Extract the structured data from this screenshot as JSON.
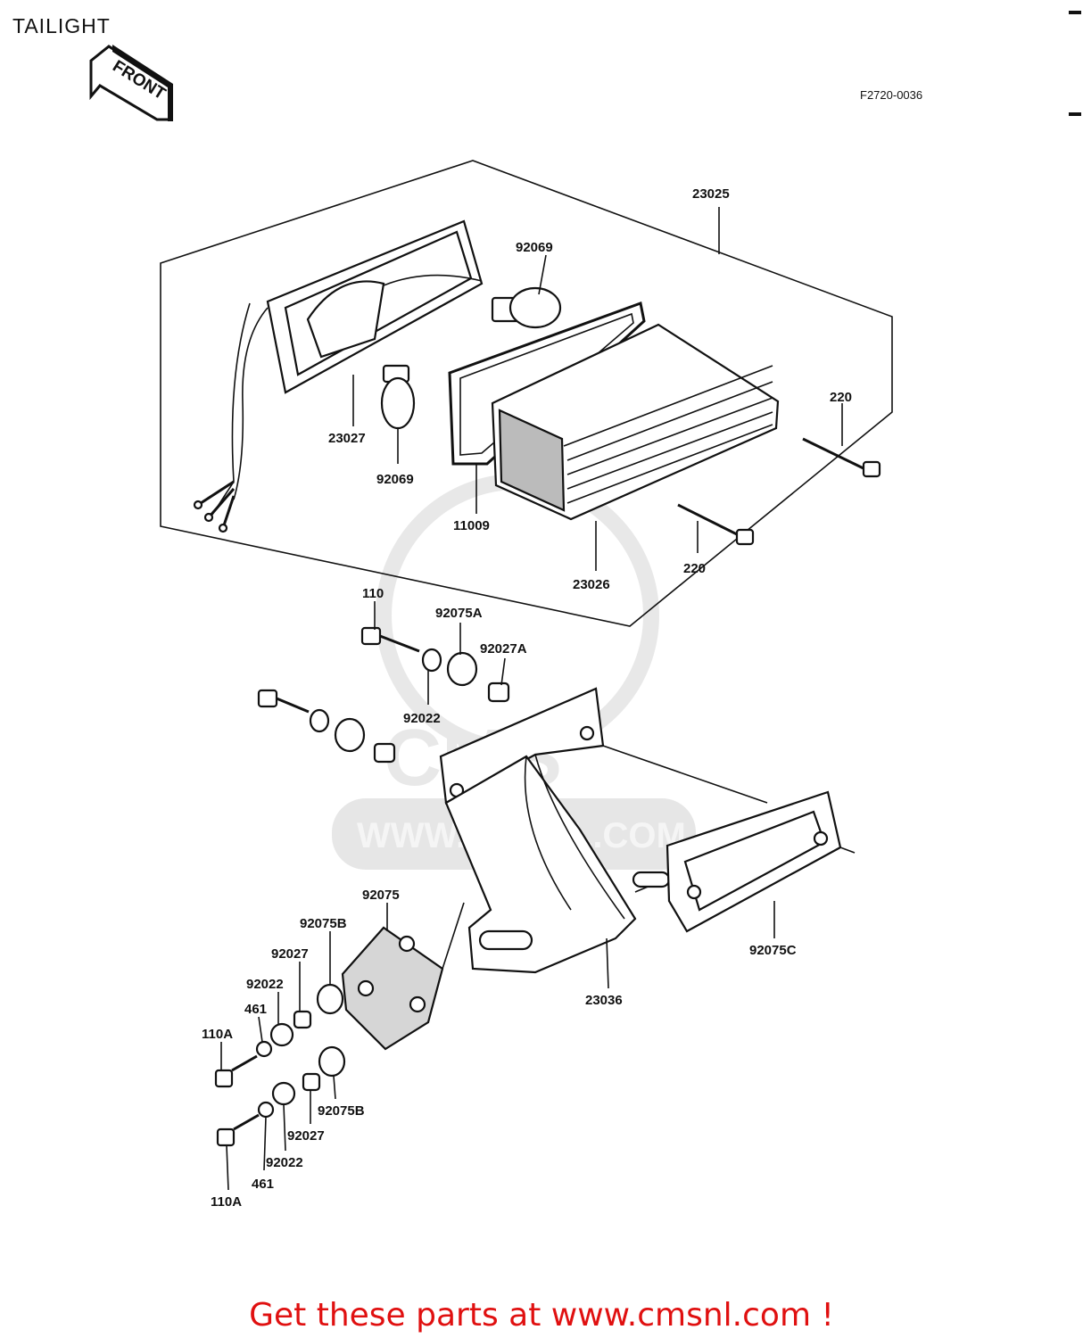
{
  "header": {
    "title": "TAILIGHT",
    "front_label": "FRONT",
    "diagram_code": "F2720-0036"
  },
  "watermark": {
    "text": "WWW.CMSNL.COM",
    "logo_letters": "CMS"
  },
  "parts": {
    "p23025": "23025",
    "p92069_top": "92069",
    "p23027": "23027",
    "p92069_bottom": "92069",
    "p11009": "11009",
    "p23026": "23026",
    "p220_upper": "220",
    "p220_lower": "220",
    "p110": "110",
    "p92075A": "92075A",
    "p92027A": "92027A",
    "p92022_top": "92022",
    "p92075": "92075",
    "p92075B_upper": "92075B",
    "p92027_upper": "92027",
    "p92022_mid": "92022",
    "p461_upper": "461",
    "p110A_upper": "110A",
    "p92075B_lower": "92075B",
    "p92027_lower": "92027",
    "p92022_lower": "92022",
    "p461_lower": "461",
    "p110A_lower": "110A",
    "p23036": "23036",
    "p92075C": "92075C"
  },
  "footer": {
    "link_text": "Get these parts at www.cmsnl.com !"
  }
}
